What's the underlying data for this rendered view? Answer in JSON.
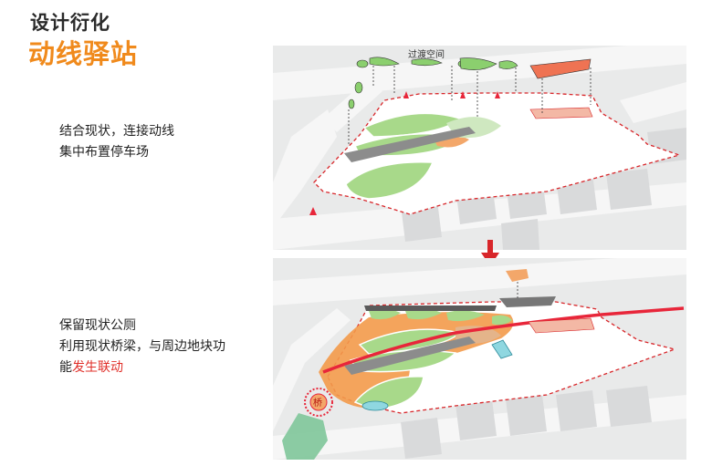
{
  "header": {
    "title": "设计衍化",
    "subtitle": "动线驿站"
  },
  "panel_top": {
    "caption_lines": [
      "结合现状，连接动线",
      "集中布置停车场"
    ],
    "canopy_label": "过渡空间"
  },
  "panel_bottom": {
    "caption_line1": "保留现状公厕",
    "caption_line2": "利用现状桥梁，与周边地块功",
    "caption_line3_normal": "能",
    "caption_line3_highlight": "发生联动",
    "bridge_marker": "桥"
  },
  "colors": {
    "title": "#2a2a2a",
    "subtitle": "#f08a1c",
    "highlight": "#e0302a",
    "boundary": "#d8262a",
    "green": "#86c866",
    "orange": "#f39a4a",
    "red_path": "#e8263a"
  }
}
